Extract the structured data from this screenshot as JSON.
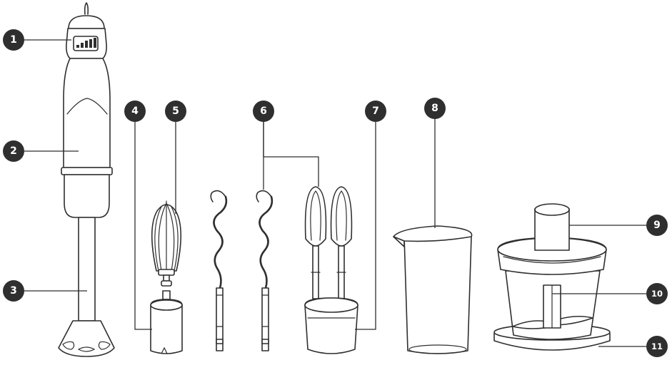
{
  "callouts": [
    {
      "label": "1"
    },
    {
      "label": "2"
    },
    {
      "label": "3"
    },
    {
      "label": "4"
    },
    {
      "label": "5"
    },
    {
      "label": "6"
    },
    {
      "label": "7"
    },
    {
      "label": "8"
    },
    {
      "label": "9"
    },
    {
      "label": "10"
    },
    {
      "label": "11"
    }
  ],
  "colors": {
    "ink": "#2f2f2f",
    "background": "#ffffff"
  },
  "icons": [
    "speed-level-icon"
  ]
}
